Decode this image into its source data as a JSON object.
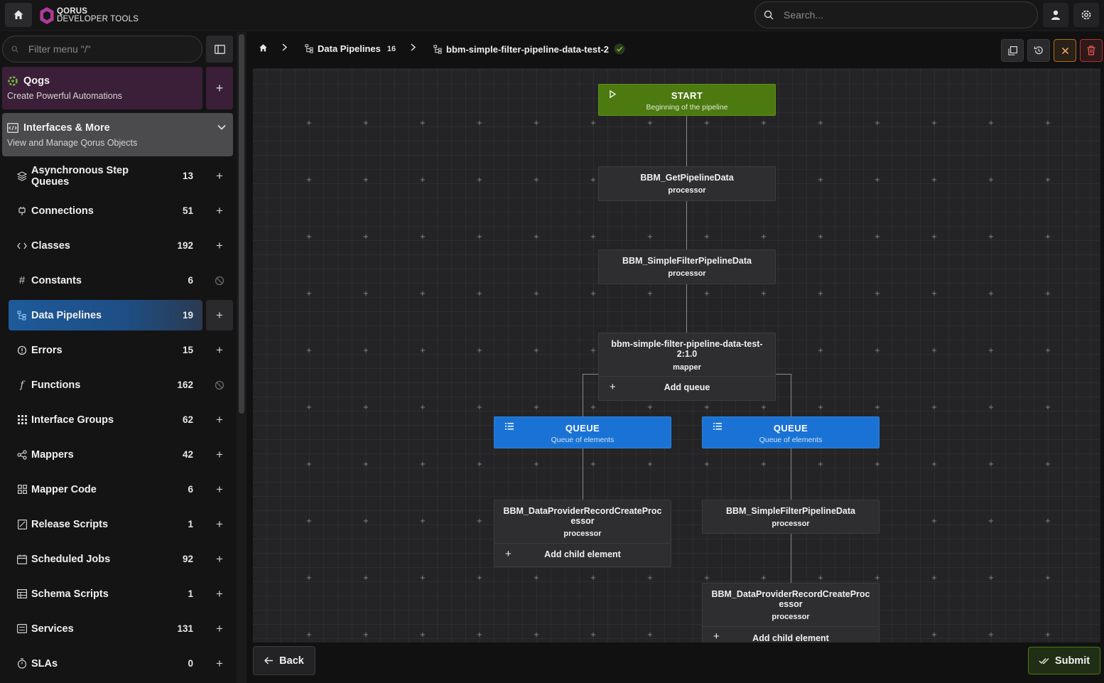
{
  "app": {
    "logo_line1": "QORUS",
    "logo_line2": "DEVELOPER TOOLS"
  },
  "search": {
    "placeholder": "Search..."
  },
  "sidebar": {
    "filter_placeholder": "Filter menu \"/\"",
    "qogs": {
      "title": "Qogs",
      "subtitle": "Create Powerful Automations"
    },
    "interfaces": {
      "title": "Interfaces & More",
      "subtitle": "View and Manage Qorus Objects"
    },
    "items": [
      {
        "label": "Asynchronous Step Queues",
        "count": "13",
        "icon": "layers-icon",
        "action": "plus"
      },
      {
        "label": "Connections",
        "count": "51",
        "icon": "plug-icon",
        "action": "plus"
      },
      {
        "label": "Classes",
        "count": "192",
        "icon": "code-icon",
        "action": "plus"
      },
      {
        "label": "Constants",
        "count": "6",
        "icon": "hash-icon",
        "action": "disabled"
      },
      {
        "label": "Data Pipelines",
        "count": "19",
        "icon": "pipeline-icon",
        "action": "plus",
        "active": true
      },
      {
        "label": "Errors",
        "count": "15",
        "icon": "error-icon",
        "action": "plus"
      },
      {
        "label": "Functions",
        "count": "162",
        "icon": "function-icon",
        "action": "disabled"
      },
      {
        "label": "Interface Groups",
        "count": "62",
        "icon": "grid-icon",
        "action": "plus"
      },
      {
        "label": "Mappers",
        "count": "42",
        "icon": "share-icon",
        "action": "plus"
      },
      {
        "label": "Mapper Code",
        "count": "6",
        "icon": "blocks-icon",
        "action": "plus"
      },
      {
        "label": "Release Scripts",
        "count": "1",
        "icon": "script-icon",
        "action": "plus"
      },
      {
        "label": "Scheduled Jobs",
        "count": "92",
        "icon": "calendar-icon",
        "action": "plus"
      },
      {
        "label": "Schema Scripts",
        "count": "1",
        "icon": "schema-icon",
        "action": "plus"
      },
      {
        "label": "Services",
        "count": "131",
        "icon": "services-icon",
        "action": "plus"
      },
      {
        "label": "SLAs",
        "count": "0",
        "icon": "timer-icon",
        "action": "plus"
      }
    ]
  },
  "breadcrumb": {
    "section": "Data Pipelines",
    "section_count": "16",
    "current": "bbm-simple-filter-pipeline-data-test-2"
  },
  "pipeline": {
    "start": {
      "title": "START",
      "subtitle": "Beginning of the pipeline"
    },
    "nodes": {
      "get": {
        "name": "BBM_GetPipelineData",
        "type": "processor"
      },
      "filter": {
        "name": "BBM_SimpleFilterPipelineData",
        "type": "processor"
      },
      "mapper": {
        "name": "bbm-simple-filter-pipeline-data-test-2:1.0",
        "type": "mapper",
        "add": "Add queue"
      },
      "left_create": {
        "name": "BBM_DataProviderRecordCreateProcessor",
        "type": "processor",
        "add": "Add child element"
      },
      "right_filter": {
        "name": "BBM_SimpleFilterPipelineData",
        "type": "processor"
      },
      "right_create": {
        "name": "BBM_DataProviderRecordCreateProcessor",
        "type": "processor",
        "add": "Add child element"
      }
    },
    "queue": {
      "title": "QUEUE",
      "subtitle": "Queue of elements"
    }
  },
  "footer": {
    "back": "Back",
    "submit": "Submit"
  },
  "colors": {
    "start": "#4c7a10",
    "queue": "#1a73d4",
    "active_nav": "#1e5a9a",
    "qogs": "#3b1f38"
  }
}
